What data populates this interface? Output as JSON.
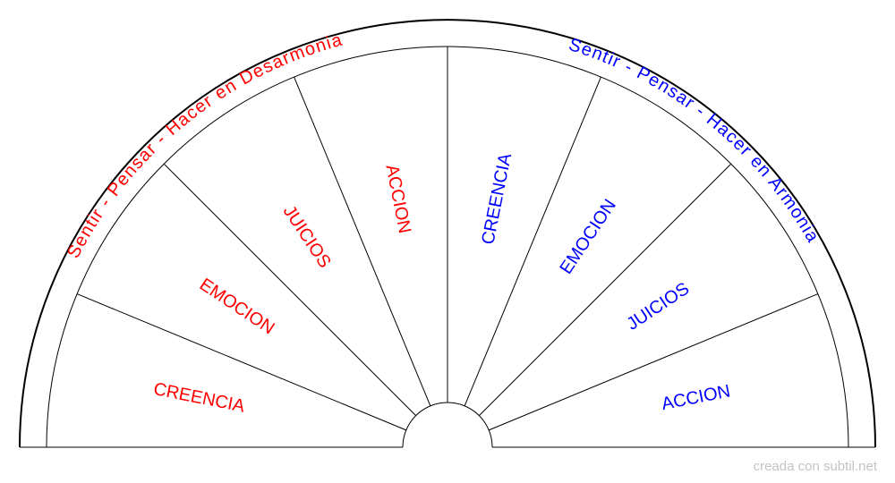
{
  "colors": {
    "left": "#ff0000",
    "right": "#0000ff",
    "lines": "#000000",
    "credit": "#c4c4c4"
  },
  "chart": {
    "left_arc_title": "Sentir - Pensar - Hacer en Desarmonia",
    "right_arc_title": "Sentir - Pensar - Hacer en Armonia",
    "left_segments": [
      "CREENCIA",
      "EMOCION",
      "JUICIOS",
      "ACCION"
    ],
    "right_segments": [
      "CREENCIA",
      "EMOCION",
      "JUICIOS",
      "ACCION"
    ]
  },
  "credit": "creada con subtil.net"
}
